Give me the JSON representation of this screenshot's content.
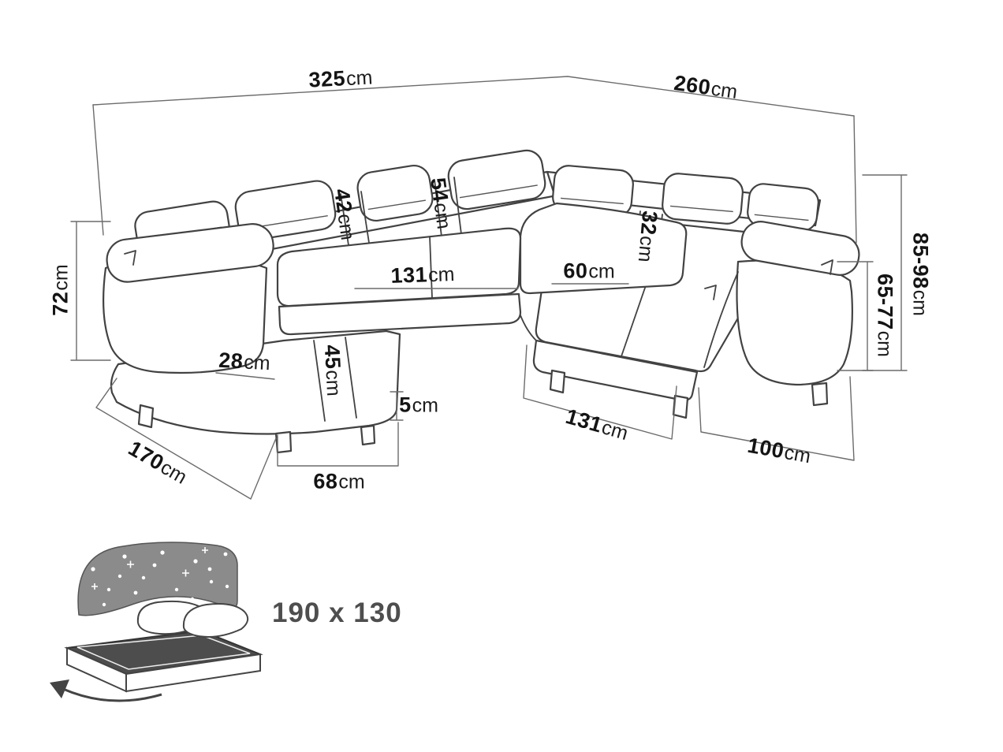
{
  "diagram": {
    "labels": {
      "width_left": {
        "value": "325",
        "unit": "cm"
      },
      "width_right": {
        "value": "260",
        "unit": "cm"
      },
      "height_back": {
        "value": "85-98",
        "unit": "cm"
      },
      "height_arm": {
        "value": "65-77",
        "unit": "cm"
      },
      "height_left": {
        "value": "72",
        "unit": "cm"
      },
      "back_gap_left": {
        "value": "42",
        "unit": "cm"
      },
      "back_gap_mid": {
        "value": "54",
        "unit": "cm"
      },
      "back_gap_right": {
        "value": "32",
        "unit": "cm"
      },
      "seat_left": {
        "value": "131",
        "unit": "cm"
      },
      "seat_corner": {
        "value": "60",
        "unit": "cm"
      },
      "chaise_arm": {
        "value": "28",
        "unit": "cm"
      },
      "chaise_channel": {
        "value": "45",
        "unit": "cm"
      },
      "base_lip": {
        "value": "5",
        "unit": "cm"
      },
      "chaise_length": {
        "value": "170",
        "unit": "cm"
      },
      "chaise_width": {
        "value": "68",
        "unit": "cm"
      },
      "seat_right": {
        "value": "131",
        "unit": "cm"
      },
      "arm_right_width": {
        "value": "100",
        "unit": "cm"
      }
    },
    "sleeping_size": {
      "value": "190 x 130"
    },
    "icons": {
      "sleeping_function": "bed-with-stars-icon"
    },
    "colors": {
      "sofa_line": "#424242",
      "dimension_line": "#6b6b6b",
      "label_text": "#141414",
      "blanket_gray": "#8b8b8b",
      "mattress_dark": "#4d4d4d"
    }
  }
}
